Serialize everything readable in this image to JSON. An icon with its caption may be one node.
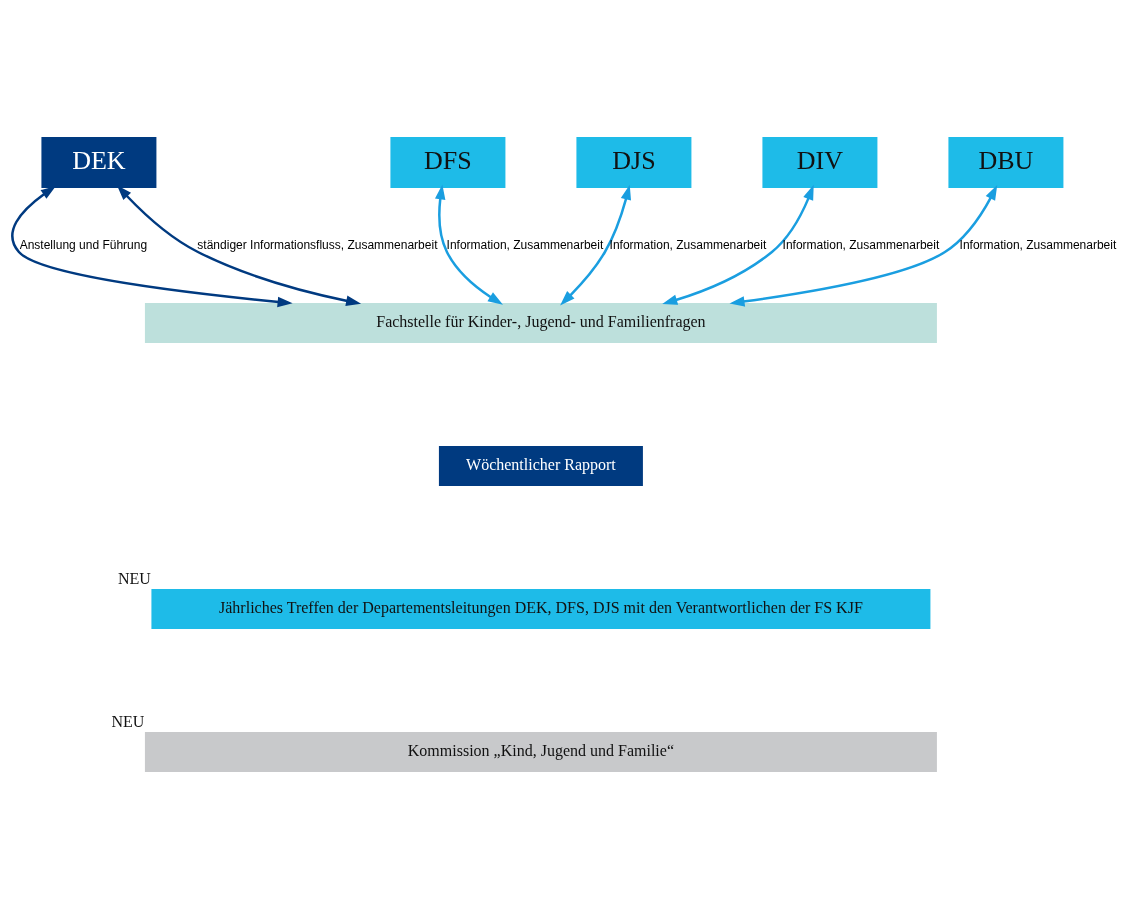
{
  "diagram": {
    "nodes": [
      {
        "text": [
          "DEK"
        ]
      },
      {
        "text": [
          "DFS"
        ]
      },
      {
        "text": [
          "DJS"
        ]
      },
      {
        "text": [
          "DIV"
        ]
      },
      {
        "text": [
          "DBU"
        ]
      },
      {
        "text": [
          "Fachstelle für Kinder-, Jugend- und Familienfragen"
        ]
      },
      {
        "text": [
          "Wöchentlicher Rapport"
        ]
      },
      {
        "text": [
          "Jährliches Treffen der Departementsleitungen DEK, DFS, DJS mit den Verantwortlichen der FS KJF"
        ],
        "beside": [
          "NEU"
        ]
      },
      {
        "text": [
          "Kommission „Kind, Jugend und Familie“"
        ],
        "beside": [
          "NEU"
        ]
      }
    ],
    "edges": [
      {
        "from": 0,
        "to": 5,
        "arrow": "both",
        "label": "Anstellung und Führung",
        "color": "#003a80"
      },
      {
        "from": 0,
        "to": 5,
        "arrow": "both",
        "label": "ständiger Informationsfluss, Zusammenarbeit",
        "color": "#003a80"
      },
      {
        "from": 1,
        "to": 5,
        "arrow": "both",
        "label": "Information, Zusammenarbeit"
      },
      {
        "from": 2,
        "to": 5,
        "arrow": "both",
        "label": "Information, Zusammenarbeit"
      },
      {
        "from": 3,
        "to": 5,
        "arrow": "both",
        "label": "Information, Zusammenarbeit"
      },
      {
        "from": 4,
        "to": 5,
        "arrow": "both",
        "label": "Information, Zusammenarbeit"
      }
    ]
  }
}
